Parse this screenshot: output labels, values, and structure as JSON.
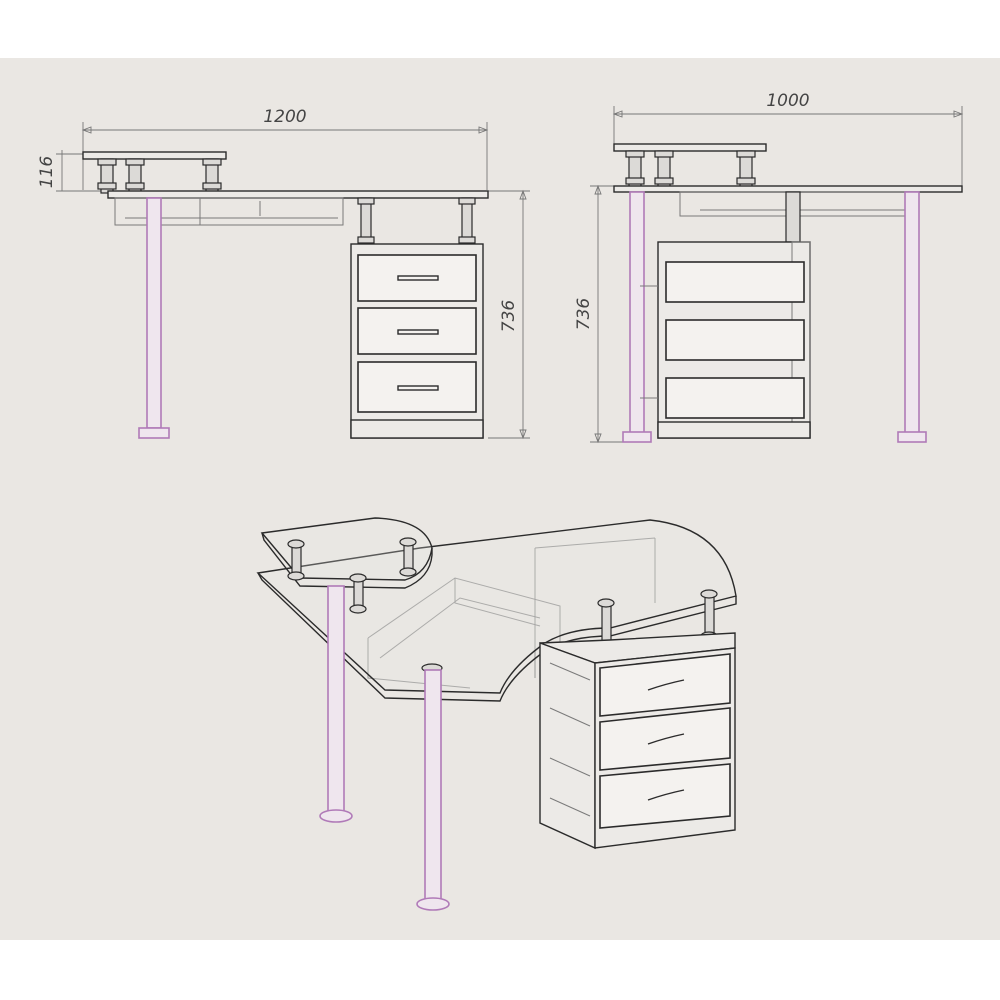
{
  "colors": {
    "background": "#eae7e3",
    "line": "#2b2b2b",
    "leg_accent": "#b07ab8",
    "dimension": "#777777"
  },
  "dimensions": {
    "front_view": {
      "width_label": "1200",
      "height_label": "736",
      "shelf_height_label": "116"
    },
    "side_view": {
      "width_label": "1000",
      "height_label": "736"
    }
  }
}
